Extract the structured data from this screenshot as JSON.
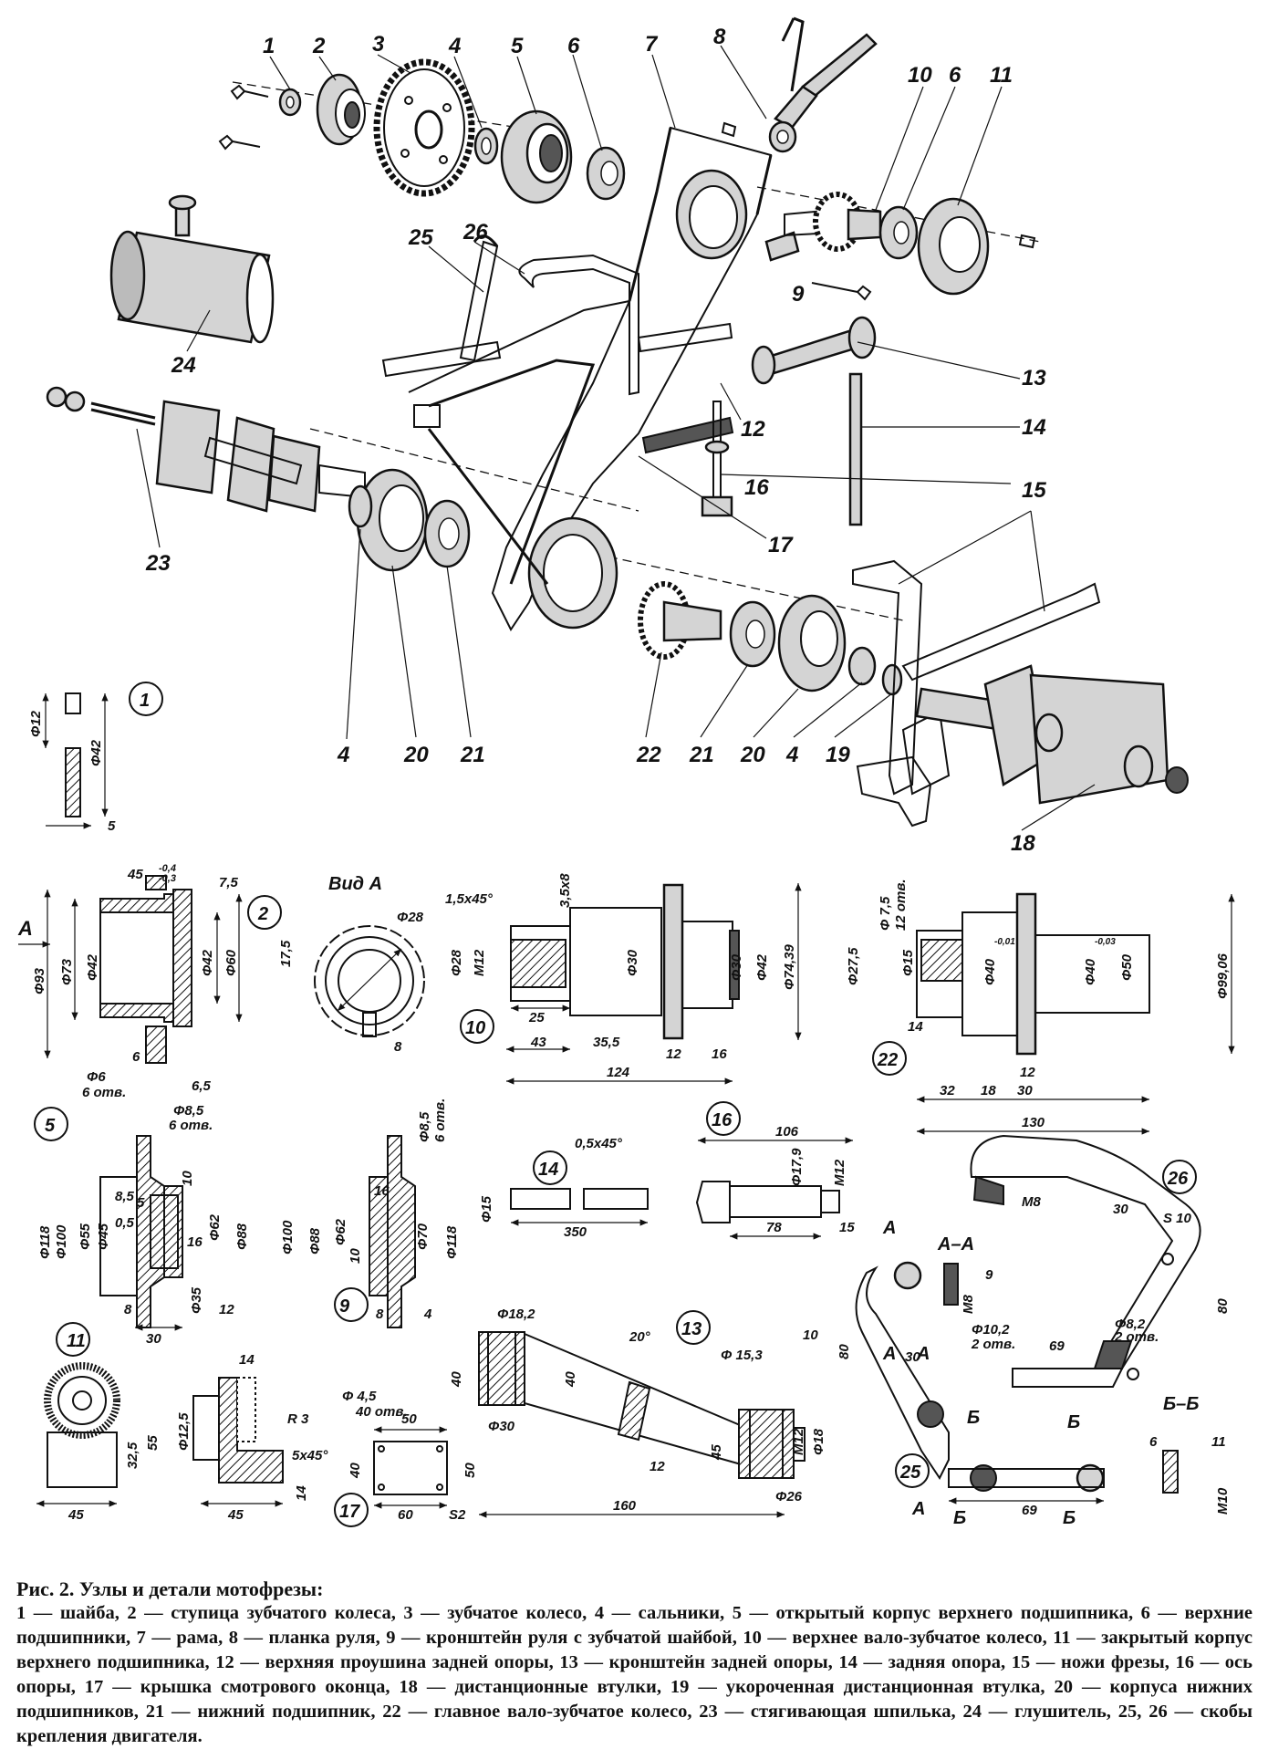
{
  "callouts": [
    "1",
    "2",
    "3",
    "4",
    "5",
    "6",
    "7",
    "8",
    "9",
    "10",
    "6",
    "11",
    "25",
    "26",
    "24",
    "12",
    "13",
    "14",
    "16",
    "23",
    "17",
    "15",
    "4",
    "20",
    "21",
    "22",
    "21",
    "20",
    "4",
    "19",
    "18"
  ],
  "detail_numbers": [
    "1",
    "2",
    "10",
    "22",
    "5",
    "14",
    "16",
    "26",
    "11",
    "13",
    "9",
    "17",
    "25"
  ],
  "views": {
    "vid_a": "Вид А",
    "arrow_a": "А",
    "section_aa": "А–А",
    "section_bb": "Б–Б",
    "arrow_b": "Б"
  },
  "dims": {
    "d1": [
      "Φ12",
      "Φ42",
      "5"
    ],
    "d2": [
      "45",
      "-0,4",
      "-0,3",
      "7,5",
      "Φ93",
      "Φ73",
      "Φ42",
      "Φ42",
      "Φ60",
      "Φ6",
      "6 отв.",
      "6",
      "6,5"
    ],
    "vid_a": [
      "Φ28",
      "17,5",
      "8"
    ],
    "d10": [
      "1,5x45°",
      "3,5x8",
      "Φ28",
      "M12",
      "Φ30",
      "Φ30",
      "Φ42",
      "Φ74,39",
      "25",
      "43",
      "35,5",
      "12",
      "16",
      "124"
    ],
    "d22": [
      "Φ 7,5",
      "12 отв.",
      "Φ27,5",
      "Φ15",
      "Φ40",
      "-0,01",
      "Φ40",
      "-0,03",
      "Φ50",
      "Φ99,06",
      "14",
      "32",
      "18",
      "30",
      "12",
      "130"
    ],
    "d5": [
      "Φ8,5",
      "6 отв.",
      "Φ118",
      "Φ100",
      "Φ55",
      "Φ45",
      "8,5",
      "5",
      "0,5",
      "10",
      "Φ62",
      "Φ88",
      "16",
      "Φ35",
      "8",
      "30",
      "12"
    ],
    "d11": [
      "Φ8,5",
      "6 отв.",
      "Φ100",
      "Φ88",
      "Φ62",
      "16",
      "10",
      "Φ70",
      "Φ118",
      "8",
      "4"
    ],
    "d14": [
      "Φ15",
      "0,5x45°",
      "350"
    ],
    "d16": [
      "106",
      "Φ17,9",
      "M12",
      "78",
      "15"
    ],
    "d26": [
      "30",
      "S 10",
      "M8",
      "9",
      "M8",
      "80",
      "Φ8,2",
      "2 отв.",
      "Φ10,2",
      "2 отв.",
      "69",
      "80",
      "30",
      "69",
      "6",
      "11",
      "M10"
    ],
    "d9": [
      "32,5",
      "55",
      "45"
    ],
    "d9b": [
      "14",
      "R 3",
      "Φ12,5",
      "5x45°",
      "45",
      "14"
    ],
    "d17": [
      "Φ 4,5",
      "40 отв.",
      "50",
      "40",
      "50",
      "60",
      "S2"
    ],
    "d13": [
      "Φ18,2",
      "20°",
      "Φ 15,3",
      "10",
      "40",
      "40",
      "45",
      "M12",
      "Φ18",
      "Φ30",
      "12",
      "Φ26",
      "160"
    ]
  },
  "caption": {
    "title": "Рис. 2. Узлы и детали мотофрезы:",
    "text": "1 — шайба, 2 — ступица зубчатого колеса, 3 — зубчатое колесо, 4 — сальники, 5 — открытый корпус верхнего подшипника, 6 — верхние подшипники, 7 — рама, 8 — планка руля, 9 — кронштейн руля с зубчатой шайбой, 10 — верхнее вало-зубчатое колесо, 11 — закрытый корпус верхнего подшипника, 12 — верхняя проушина задней опоры, 13 — кронштейн задней опоры, 14 — задняя опора, 15 — ножи фрезы, 16 — ось опоры, 17 — крышка смотрового оконца, 18 — дистанционные втулки, 19 — укороченная дистанционная втулка, 20 — корпуса нижних подшипников, 21 — нижний подшипник, 22 — главное вало-зубчатое колесо, 23 — стягивающая шпилька, 24 — глушитель, 25, 26 — скобы крепления двигателя."
  }
}
